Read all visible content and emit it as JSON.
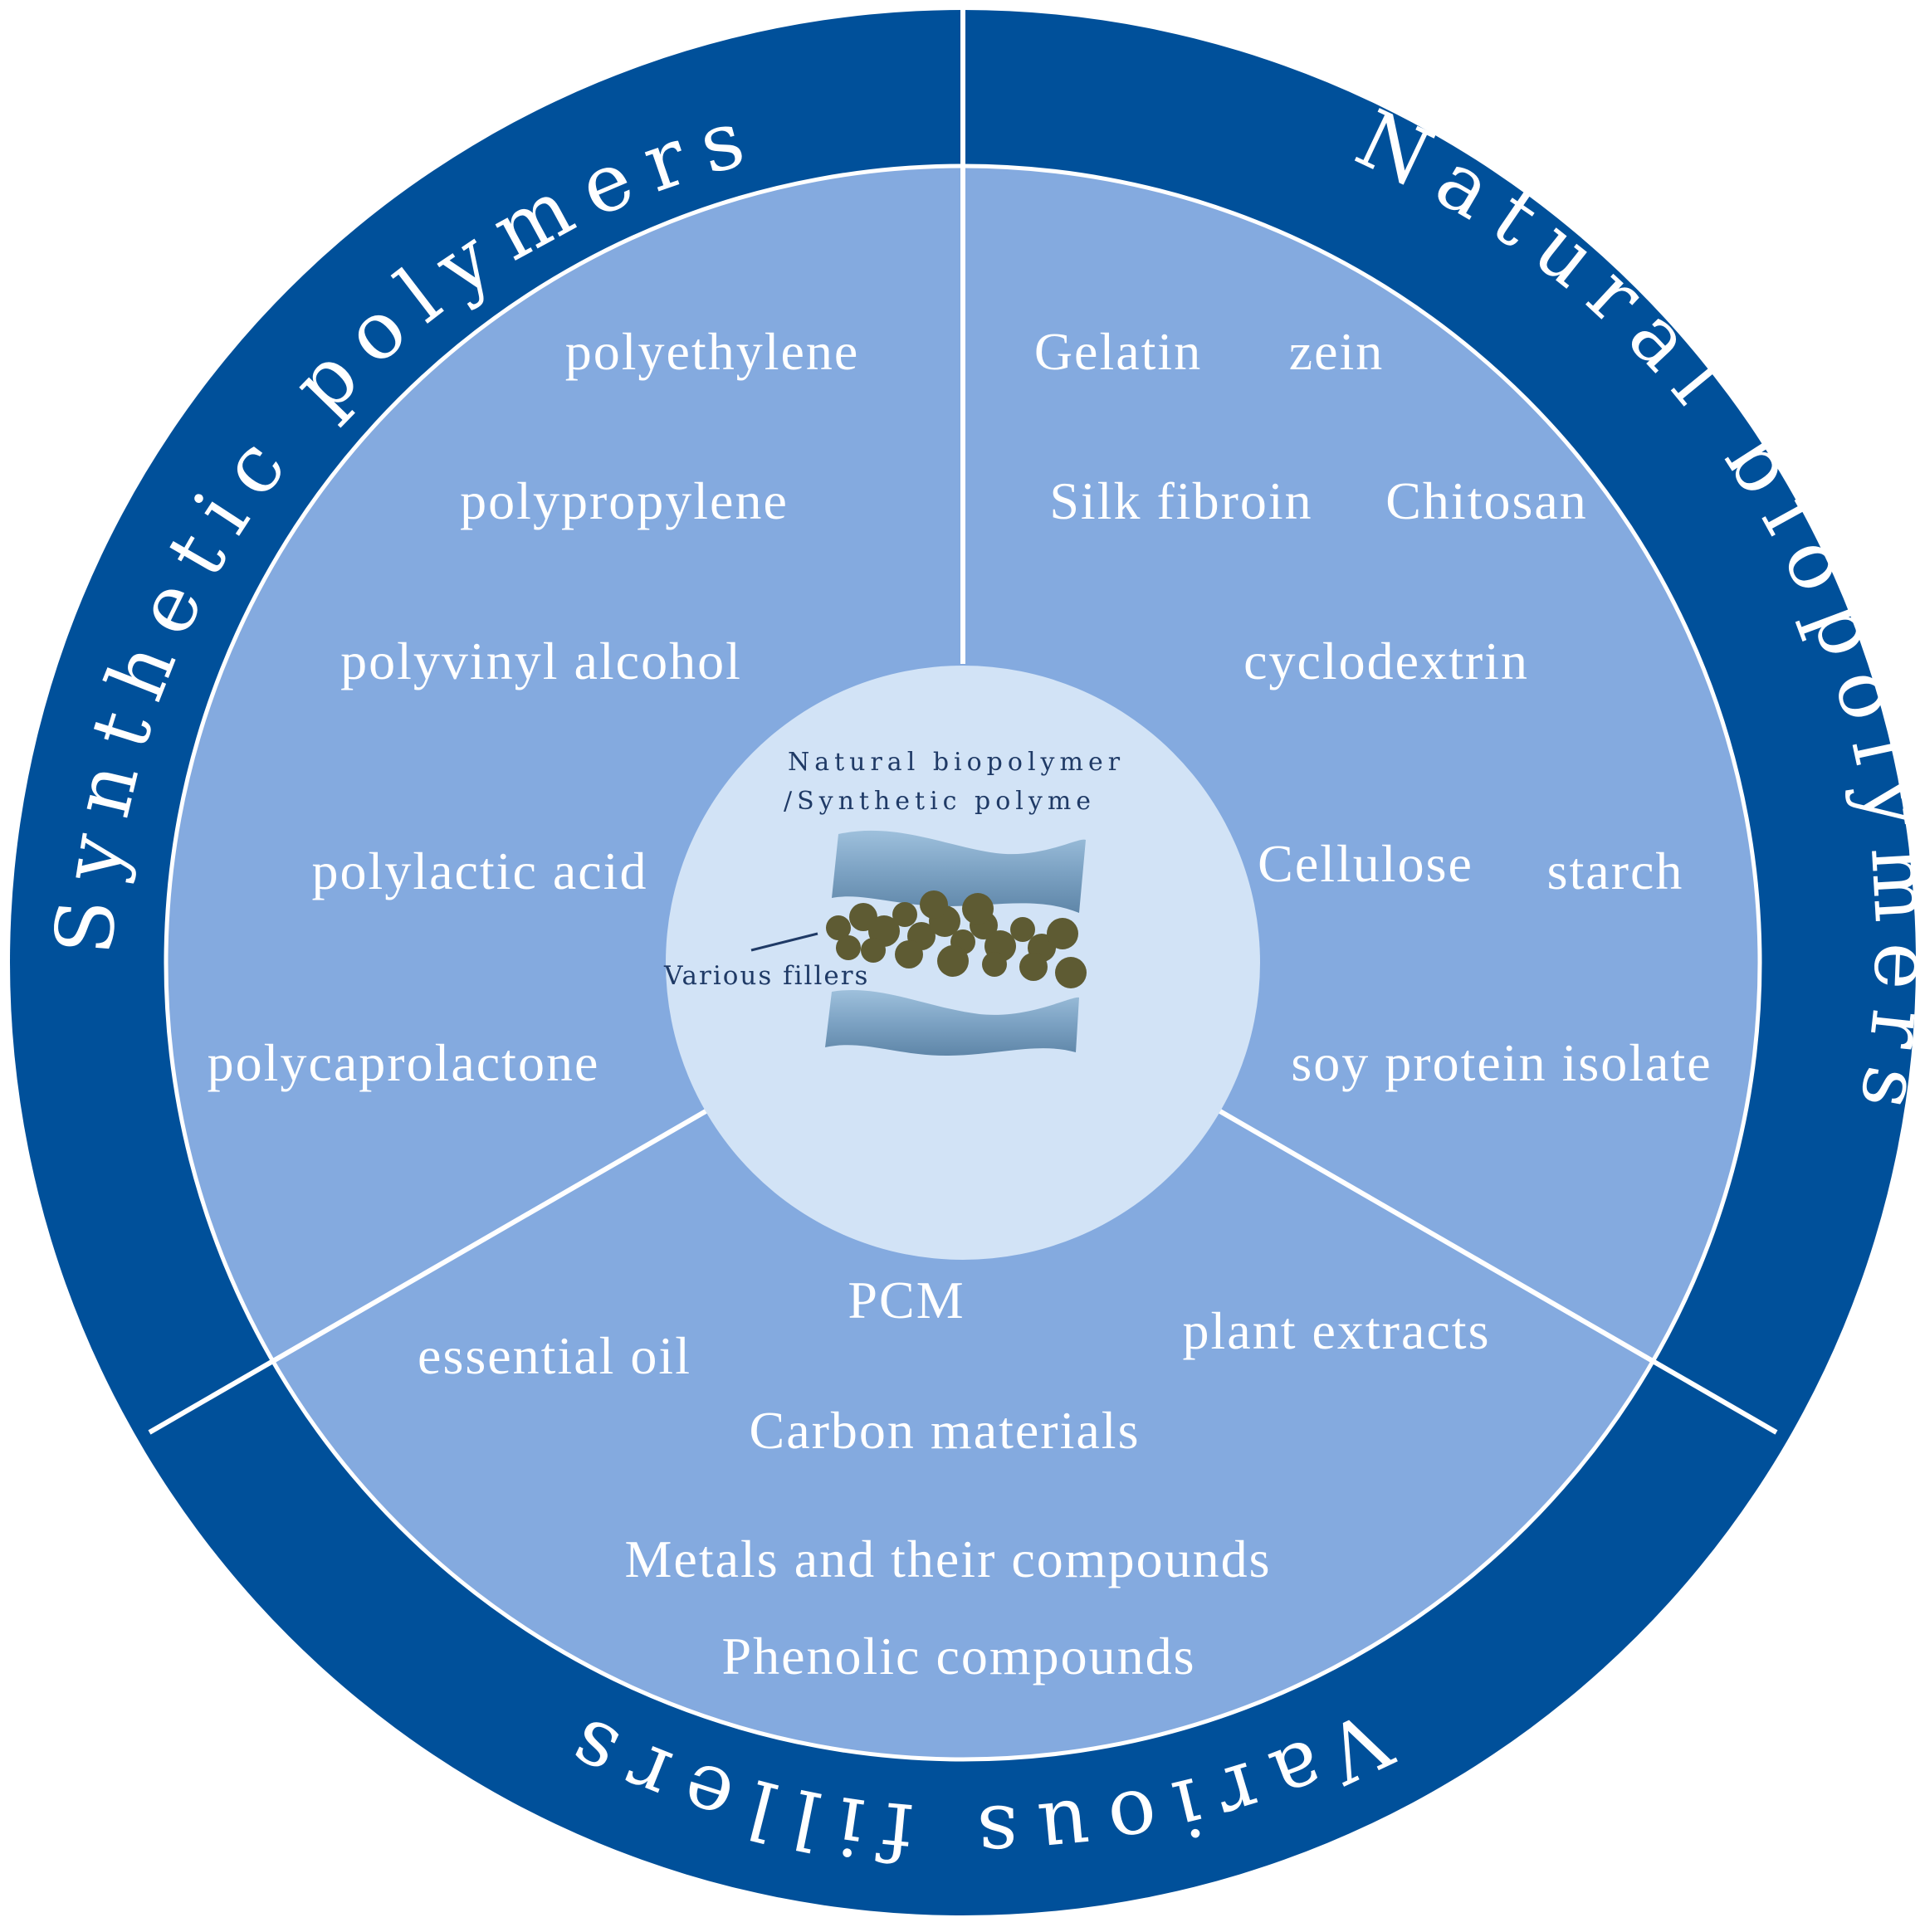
{
  "colors": {
    "outer_ring": "#00509a",
    "sector_fill": "#84aadf",
    "center_fill": "#d2e3f6",
    "divider": "#ffffff",
    "text": "#ffffff",
    "center_text": "#1f3a66",
    "film": "#7ea3c3",
    "filler_particle": "#5e5b33"
  },
  "ring_titles": {
    "synthetic": "Synthetic polymers",
    "natural": "Natural biopolymers",
    "fillers": "Various fillers"
  },
  "synthetic_items": [
    "polyethylene",
    "polypropylene",
    "polyvinyl alcohol",
    "polylactic acid",
    "polycaprolactone"
  ],
  "natural_items": [
    "Gelatin",
    "zein",
    "Silk fibroin",
    "Chitosan",
    "cyclodextrin",
    "Cellulose",
    "starch",
    "soy protein isolate"
  ],
  "filler_items": [
    "PCM",
    "essential oil",
    "plant extracts",
    "Carbon materials",
    "Metals and their compounds",
    "Phenolic compounds"
  ],
  "center": {
    "line1": "Natural biopolymer",
    "line2": "/Synthetic polyme",
    "filler_label": "Various fillers"
  }
}
